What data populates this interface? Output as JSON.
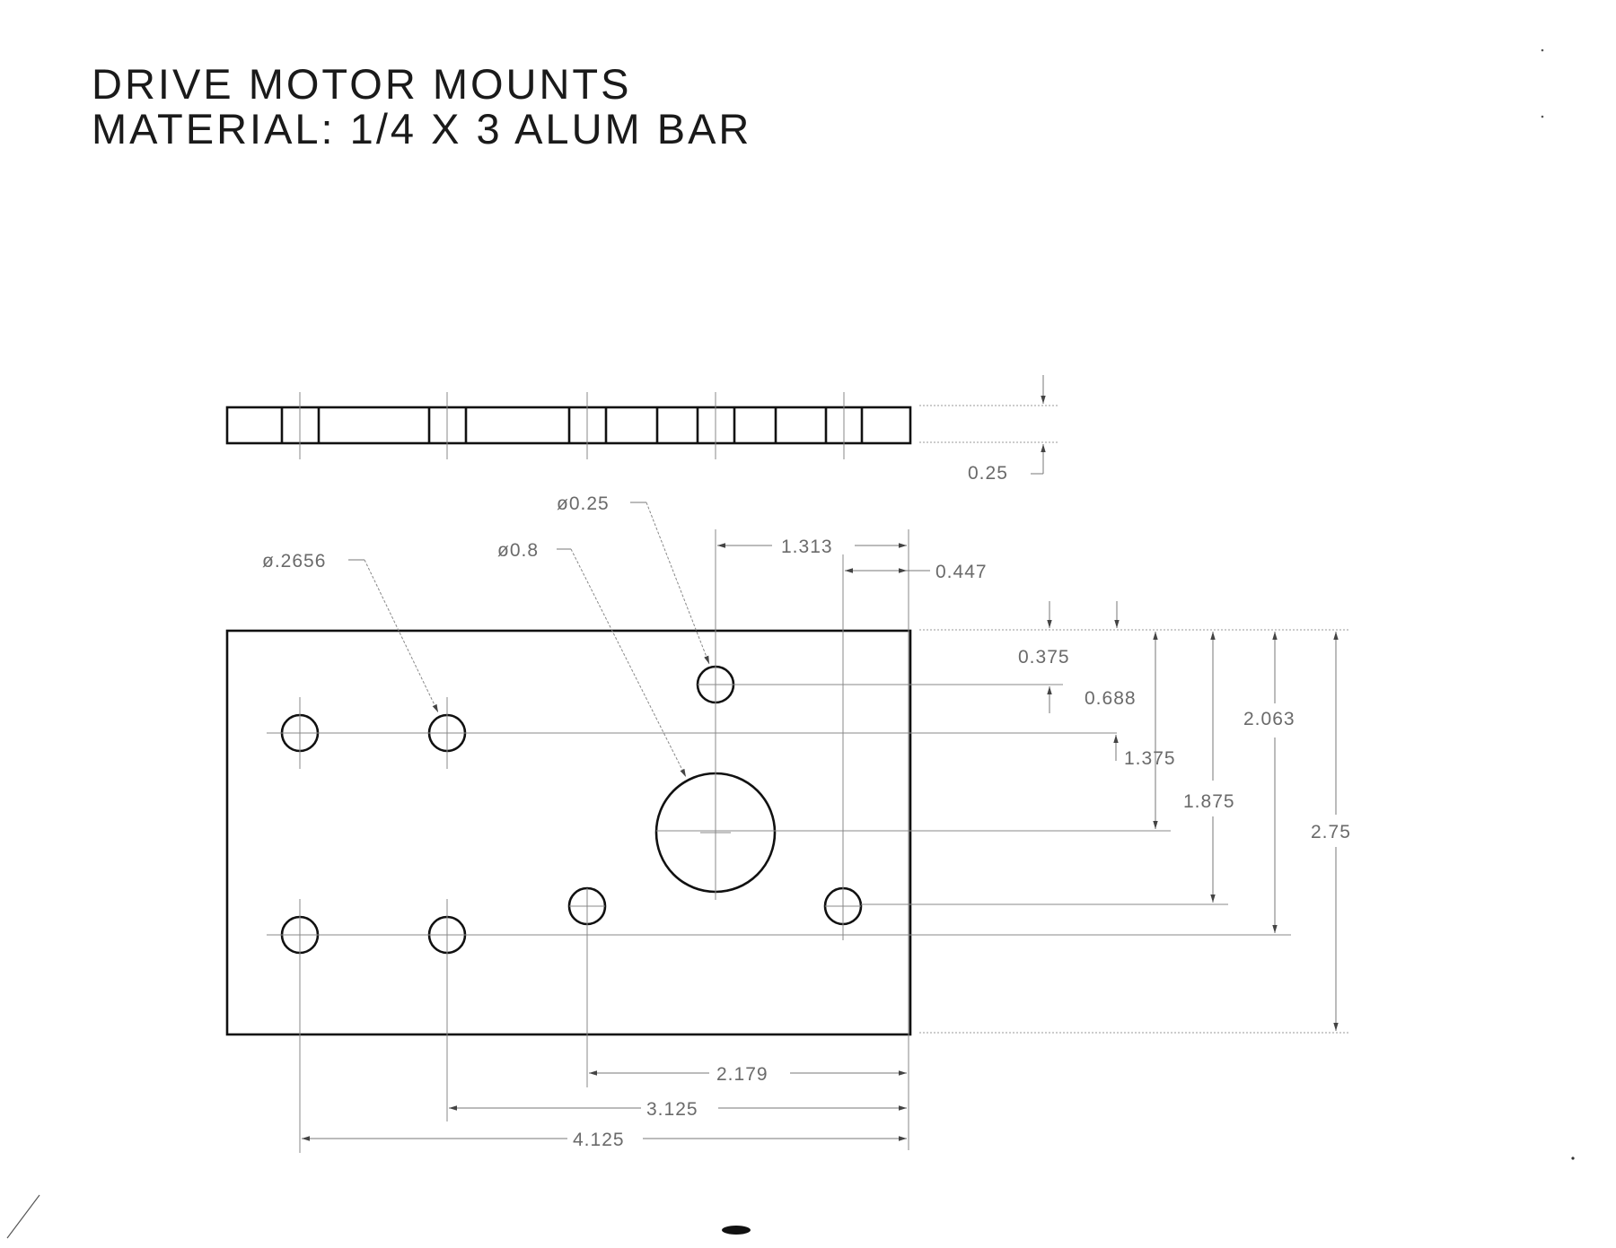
{
  "title": {
    "line1": "DRIVE MOTOR MOUNTS",
    "line2": "MATERIAL: 1/4 X 3 ALUM BAR"
  },
  "dimensions": {
    "thickness": "0.25",
    "small_hole_dia": "ø.2656",
    "motor_bore_dia": "ø0.8",
    "top_hole_dia": "ø0.25",
    "h_1313": "1.313",
    "h_0447": "0.447",
    "v_0375": "0.375",
    "v_0688": "0.688",
    "v_1375": "1.375",
    "v_1875": "1.875",
    "v_2063": "2.063",
    "v_275": "2.75",
    "b_2179": "2.179",
    "b_3125": "3.125",
    "b_4125": "4.125"
  }
}
